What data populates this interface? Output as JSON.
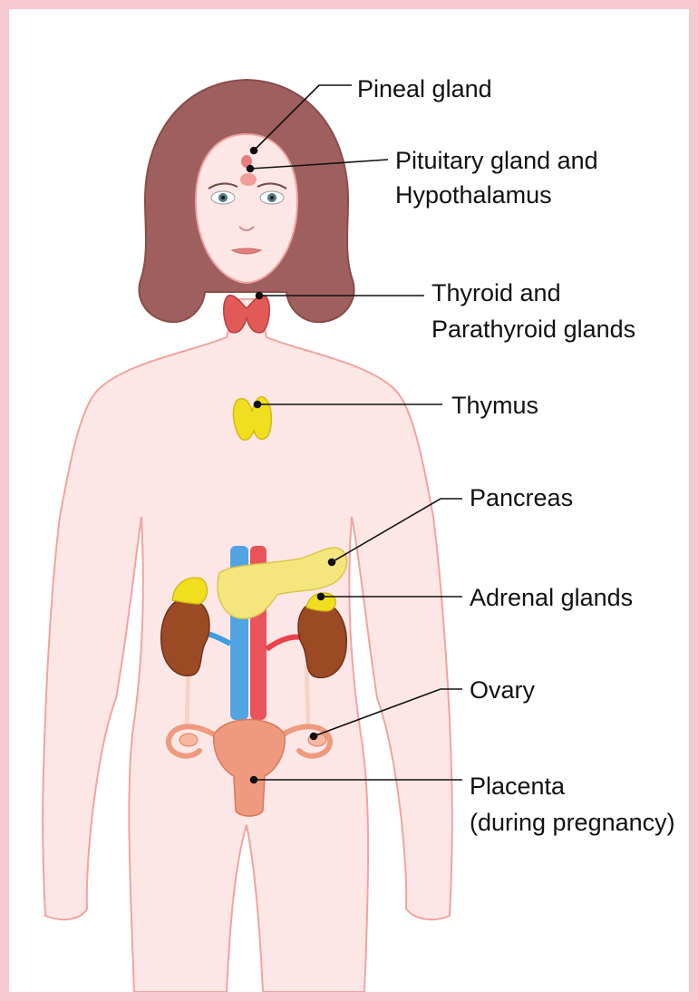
{
  "labels": {
    "pineal": "Pineal gland",
    "pituitary_line1": "Pituitary gland and",
    "pituitary_line2": "Hypothalamus",
    "thyroid_line1": "Thyroid and",
    "thyroid_line2": "Parathyroid glands",
    "thymus": "Thymus",
    "pancreas": "Pancreas",
    "adrenal": "Adrenal glands",
    "ovary": "Ovary",
    "placenta_line1": "Placenta",
    "placenta_line2": "(during pregnancy)"
  },
  "colors": {
    "border": "#f6c9d2",
    "background": "#ffffff",
    "skin": "#fde7e6",
    "skin_outline": "#f0a3a3",
    "hair": "#a05f5f",
    "thyroid": "#e25a56",
    "thymus": "#f1de1e",
    "pancreas": "#f4e57c",
    "kidney": "#9b4a24",
    "aorta": "#e8424a",
    "vena_cava": "#3e9be0",
    "uterus": "#ef9a7e"
  }
}
